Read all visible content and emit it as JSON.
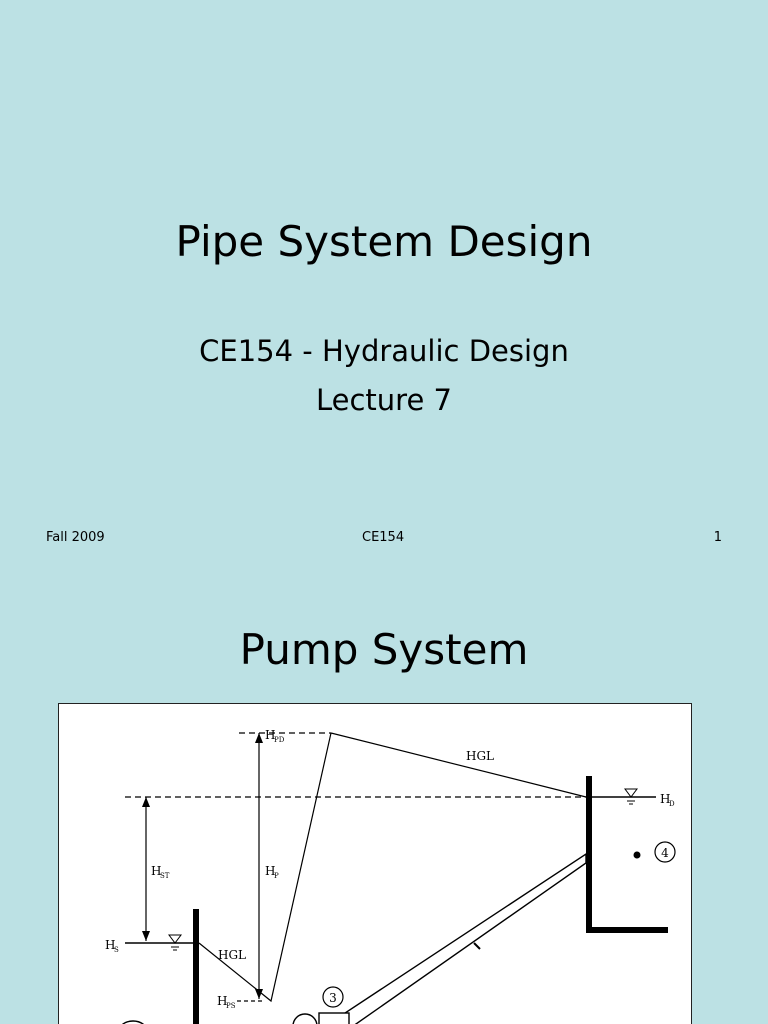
{
  "slide1": {
    "title": "Pipe System Design",
    "subtitle_line1": "CE154 - Hydraulic Design",
    "subtitle_line2": "Lecture 7",
    "footer": {
      "left": "Fall 2009",
      "center": "CE154",
      "right": "1"
    }
  },
  "slide2": {
    "title": "Pump System",
    "diagram": {
      "labels": {
        "hpd": "H",
        "hpd_sub": "PD",
        "hgl_top": "HGL",
        "hd": "H",
        "hd_sub": "D",
        "hst": "H",
        "hst_sub": "ST",
        "hp": "H",
        "hp_sub": "P",
        "hs": "H",
        "hs_sub": "S",
        "hgl_bottom": "HGL",
        "hps": "H",
        "hps_sub": "PS",
        "point4": "4",
        "point3": "3"
      }
    }
  }
}
